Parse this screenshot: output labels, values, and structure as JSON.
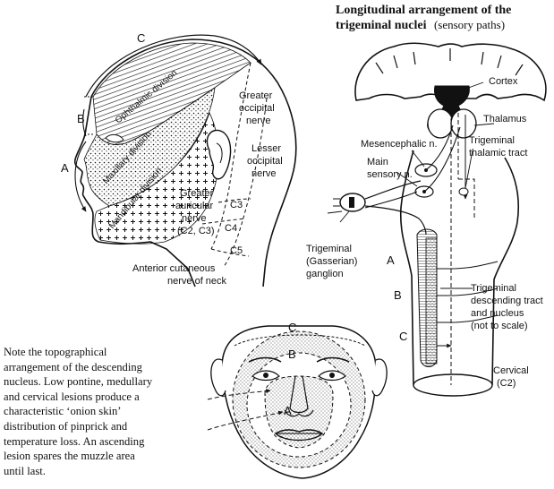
{
  "title": {
    "line1": "Longitudinal arrangement of the",
    "line2_bold": "trigeminal nuclei",
    "line2_rest": "(sensory paths)"
  },
  "head": {
    "divisions": {
      "ophthalmic": "Ophthalmic division",
      "maxillary": "Maxillary division",
      "mandibular": "Mandibular division"
    },
    "nerves": {
      "greater_occipital": [
        "Greater",
        "occipital",
        "nerve"
      ],
      "lesser_occipital": [
        "Lesser",
        "occipital",
        "nerve"
      ],
      "greater_auricular": [
        "Greater",
        "auricular",
        "nerve",
        "(C2, C3)"
      ],
      "anterior_cutaneous": [
        "Anterior cutaneous",
        "nerve of neck"
      ]
    },
    "segments": [
      "C3",
      "C4",
      "C5"
    ],
    "zones": {
      "a": "A",
      "b": "B",
      "c": "C"
    }
  },
  "brain": {
    "cortex": "Cortex",
    "thalamus": "Thalamus",
    "mesencephalic": "Mesencephalic n.",
    "main_sensory": [
      "Main",
      "sensory n."
    ],
    "thalamic_tract": [
      "Trigeminal",
      "thalamic tract"
    ],
    "ganglion": [
      "Trigeminal",
      "(Gasserian)",
      "ganglion"
    ],
    "descending": [
      "Trigeminal",
      "descending tract",
      "and nucleus",
      "(not to scale)"
    ],
    "cervical": [
      "Cervical",
      "(C2)"
    ],
    "zones": {
      "a": "A",
      "b": "B",
      "c": "C"
    }
  },
  "face": {
    "zones": {
      "a": "A",
      "b": "B",
      "c": "C"
    }
  },
  "note": [
    "Note the topographical",
    "arrangement of the descending",
    "nucleus. Low pontine, medullary",
    "and cervical lesions produce a",
    "characteristic ‘onion skin’",
    "distribution of pinprick and",
    "temperature loss. An ascending",
    "lesion spares the muzzle area",
    "until last."
  ],
  "colors": {
    "ink": "#111111",
    "background": "#ffffff"
  }
}
